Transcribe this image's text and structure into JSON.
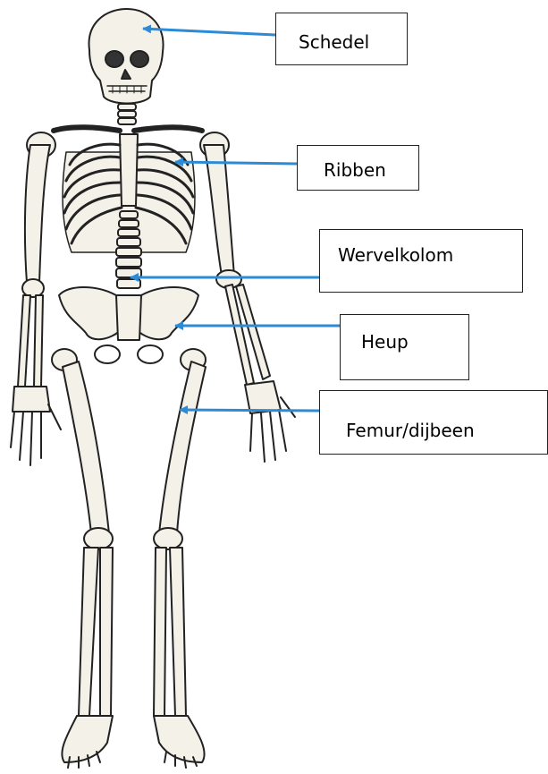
{
  "diagram": {
    "arrow_color": "#2c8bd6",
    "bone_fill": "#f4f1e9",
    "bone_stroke": "#222222",
    "labels": [
      {
        "text": "Schedel"
      },
      {
        "text": "Ribben"
      },
      {
        "text": "Wervelkolom"
      },
      {
        "text": "Heup"
      },
      {
        "text": "Femur/dijbeen"
      }
    ]
  }
}
